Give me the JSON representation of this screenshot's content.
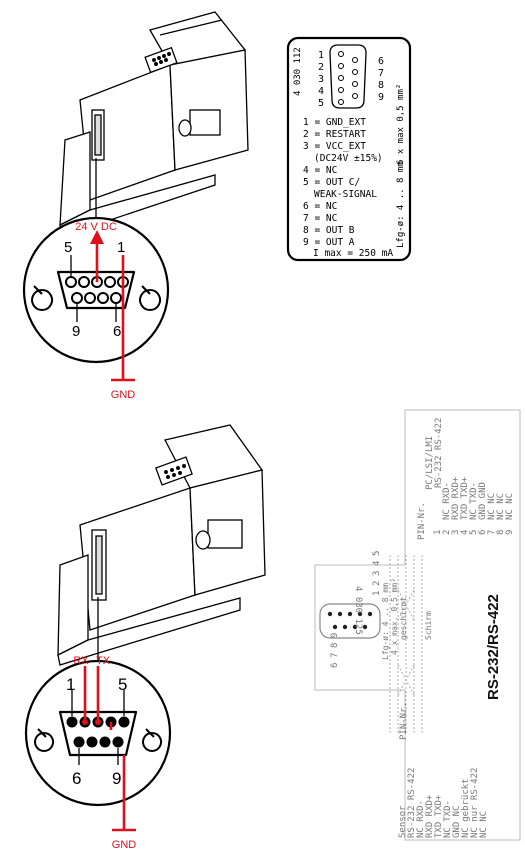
{
  "top": {
    "voltage_label": "24 V DC",
    "pin_5": "5",
    "pin_1": "1",
    "pin_9": "9",
    "pin_6": "6",
    "gnd_label": "GND",
    "pinout_card": {
      "part_no": "4 030 112",
      "connector_left_nums": [
        "1",
        "2",
        "3",
        "4",
        "5"
      ],
      "connector_right_nums": [
        "6",
        "7",
        "8",
        "9"
      ],
      "pins": [
        "1 = GND_EXT",
        "2 = RESTART",
        "3 = VCC_EXT",
        "(DC24V ±15%)",
        "4 = NC",
        "5 = OUT C/",
        "WEAK-SIGNAL",
        "6 = NC",
        "7 = NC",
        "8 = OUT B",
        "9 = OUT A",
        "I max = 250 mA"
      ],
      "side_wire": "6 x max 0,5 mm²",
      "side_length": "Lfg-ø: 4 .. 8 mm"
    }
  },
  "bottom": {
    "rx_label": "RX",
    "tx_label": "TX",
    "pin_1": "1",
    "pin_5": "5",
    "pin_6": "6",
    "pin_9": "9",
    "gnd_label": "GND",
    "card": {
      "title": "RS-232/RS-422",
      "part_no": "4 030 125",
      "schirm": "Schirm",
      "lfg": "Lfg-ø: 4 .. 8 mm",
      "wire": "4 x max. 0,5 mm²",
      "shield": "geschirmt",
      "left_header": [
        "Sensor",
        "RS-232  RS-422"
      ],
      "left_pin_header": "PIN-Nr.",
      "left_rows": [
        "NC  RXD-",
        "RXD  RXD+",
        "TXD  TXD+",
        "NC  TXD-",
        "GND  NC",
        "NC  gebrückt",
        "NC  nur RS-422",
        "NC  NC"
      ],
      "right_header": [
        "PC/LSI/LMI",
        "RS-232  RS-422"
      ],
      "right_pin_header": "PIN-Nr.",
      "right_rows": [
        "NC  RXD-",
        "RXD  RXD+",
        "TXD  TXD+",
        "NC  TXD-",
        "GND  GND",
        "NC  NC",
        "NC  NC",
        "NC  NC",
        "NC  NC"
      ],
      "pin_numbers": [
        "1",
        "2",
        "3",
        "4",
        "5",
        "6",
        "7",
        "8",
        "9"
      ],
      "connector_top_nums": [
        "1",
        "2",
        "3",
        "4",
        "5"
      ],
      "connector_bottom_nums": [
        "6",
        "7",
        "8",
        "9"
      ]
    }
  },
  "colors": {
    "signal": "#e0101a",
    "line": "#000000",
    "faded": "#888888"
  }
}
